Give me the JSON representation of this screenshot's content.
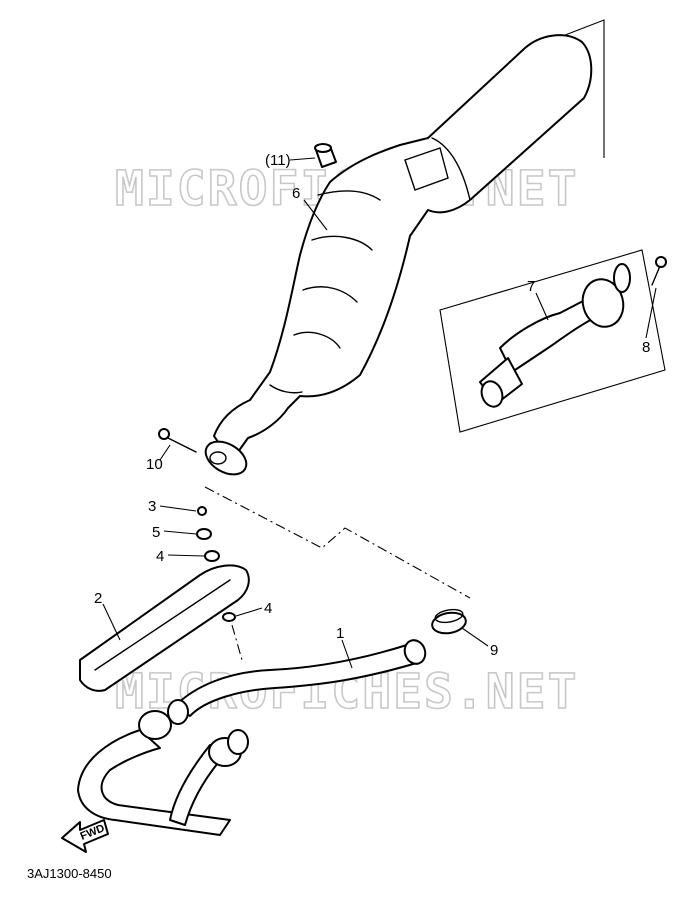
{
  "watermark": "MICROFICHES.NET",
  "fwd_label": "FWD",
  "diagram_code": "3AJ1300-8450",
  "callouts": {
    "c1": "1",
    "c2": "2",
    "c3": "3",
    "c4a": "4",
    "c4b": "4",
    "c5": "5",
    "c6": "6",
    "c7": "7",
    "c8": "8",
    "c9": "9",
    "c10": "10",
    "c11": "(11)"
  }
}
